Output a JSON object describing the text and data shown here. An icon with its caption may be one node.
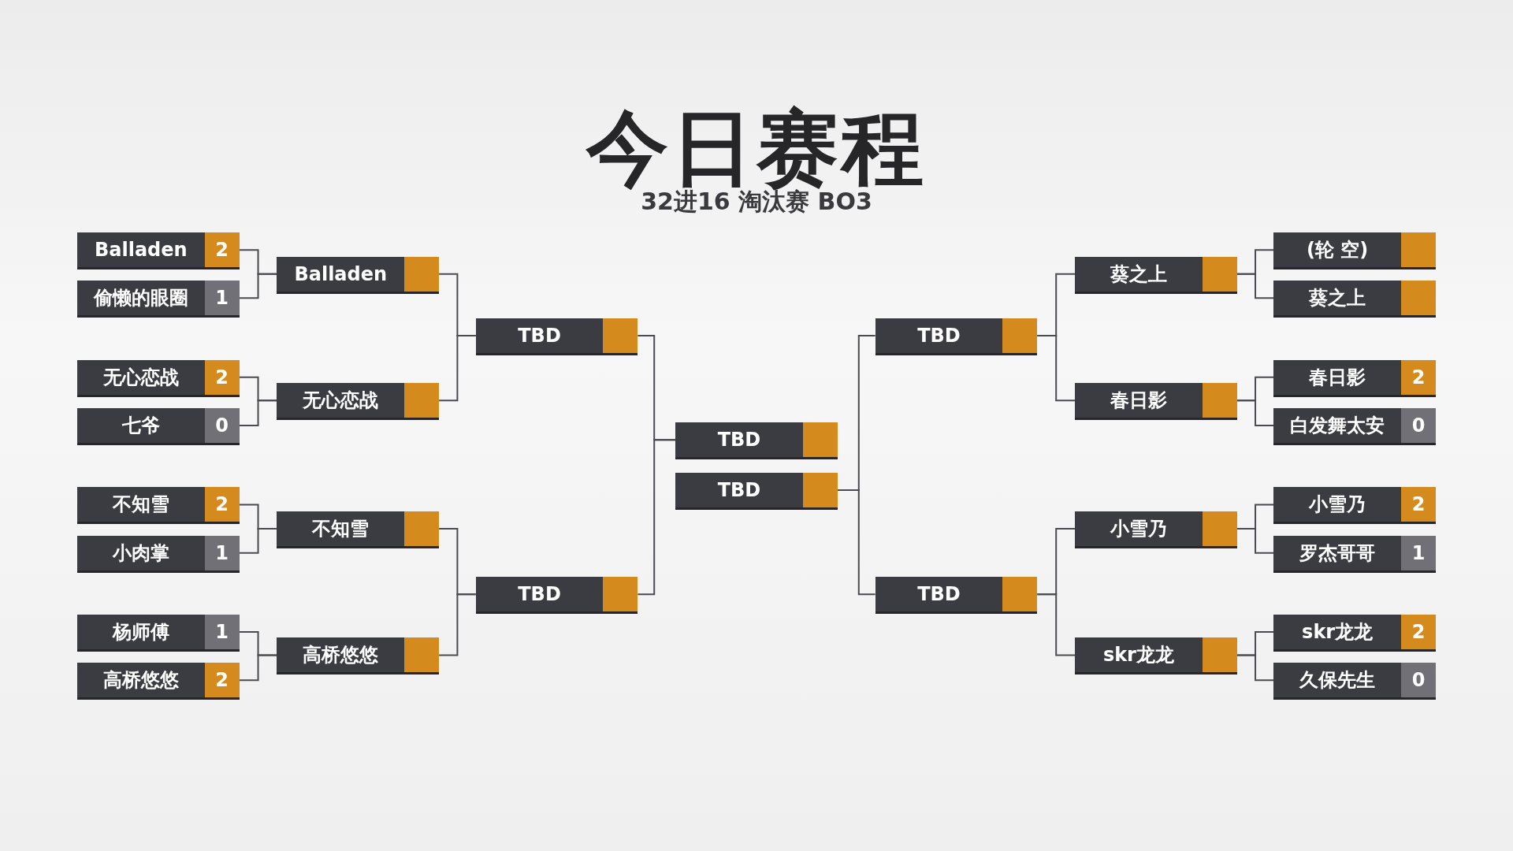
{
  "diagram": {
    "title": "今日赛程",
    "nodes": [
      {
        "text": [
          "Balladen",
          "2"
        ]
      },
      {
        "text": [
          "偷懒的眼圈",
          "1"
        ]
      },
      {
        "text": [
          "无心恋战",
          "2"
        ]
      },
      {
        "text": [
          "七爷",
          "0"
        ]
      },
      {
        "text": [
          "不知雪",
          "2"
        ]
      },
      {
        "text": [
          "小肉掌",
          "1"
        ]
      },
      {
        "text": [
          "杨师傅",
          "1"
        ]
      },
      {
        "text": [
          "高桥悠悠",
          "2"
        ]
      },
      {
        "text": [
          "Balladen"
        ]
      },
      {
        "text": [
          "无心恋战"
        ]
      },
      {
        "text": [
          "不知雪"
        ]
      },
      {
        "text": [
          "高桥悠悠"
        ]
      },
      {
        "text": [
          "TBD"
        ]
      },
      {
        "text": [
          "TBD"
        ]
      },
      {
        "text": [
          "TBD"
        ]
      },
      {
        "text": [
          "TBD"
        ]
      },
      {
        "text": [
          "TBD"
        ]
      },
      {
        "text": [
          "TBD"
        ]
      },
      {
        "text": [
          "葵之上"
        ]
      },
      {
        "text": [
          "春日影"
        ]
      },
      {
        "text": [
          "小雪乃"
        ]
      },
      {
        "text": [
          "skr龙龙"
        ]
      },
      {
        "text": [
          "(轮 空)"
        ]
      },
      {
        "text": [
          "葵之上"
        ]
      },
      {
        "text": [
          "春日影",
          "2"
        ]
      },
      {
        "text": [
          "白发舞太安",
          "0"
        ]
      },
      {
        "text": [
          "小雪乃",
          "2"
        ]
      },
      {
        "text": [
          "罗杰哥哥",
          "1"
        ]
      },
      {
        "text": [
          "skr龙龙",
          "2"
        ]
      },
      {
        "text": [
          "久保先生",
          "0"
        ]
      }
    ],
    "edges": [
      {
        "from": 0,
        "to": 8,
        "arrow": "none"
      },
      {
        "from": 1,
        "to": 8,
        "arrow": "none"
      },
      {
        "from": 2,
        "to": 9,
        "arrow": "none"
      },
      {
        "from": 3,
        "to": 9,
        "arrow": "none"
      },
      {
        "from": 4,
        "to": 10,
        "arrow": "none"
      },
      {
        "from": 5,
        "to": 10,
        "arrow": "none"
      },
      {
        "from": 6,
        "to": 11,
        "arrow": "none"
      },
      {
        "from": 7,
        "to": 11,
        "arrow": "none"
      },
      {
        "from": 8,
        "to": 12,
        "arrow": "none"
      },
      {
        "from": 9,
        "to": 12,
        "arrow": "none"
      },
      {
        "from": 10,
        "to": 13,
        "arrow": "none"
      },
      {
        "from": 11,
        "to": 13,
        "arrow": "none"
      },
      {
        "from": 12,
        "to": 14,
        "arrow": "none"
      },
      {
        "from": 13,
        "to": 14,
        "arrow": "none"
      },
      {
        "from": 16,
        "to": 15,
        "arrow": "none"
      },
      {
        "from": 17,
        "to": 15,
        "arrow": "none"
      },
      {
        "from": 18,
        "to": 16,
        "arrow": "none"
      },
      {
        "from": 19,
        "to": 16,
        "arrow": "none"
      },
      {
        "from": 20,
        "to": 17,
        "arrow": "none"
      },
      {
        "from": 21,
        "to": 17,
        "arrow": "none"
      },
      {
        "from": 22,
        "to": 18,
        "arrow": "none"
      },
      {
        "from": 23,
        "to": 18,
        "arrow": "none"
      },
      {
        "from": 24,
        "to": 19,
        "arrow": "none"
      },
      {
        "from": 25,
        "to": 19,
        "arrow": "none"
      },
      {
        "from": 26,
        "to": 20,
        "arrow": "none"
      },
      {
        "from": 27,
        "to": 20,
        "arrow": "none"
      },
      {
        "from": 28,
        "to": 21,
        "arrow": "none"
      },
      {
        "from": 29,
        "to": 21,
        "arrow": "none"
      }
    ],
    "labels": [
      "32进16 淘汰赛 BO3"
    ]
  }
}
